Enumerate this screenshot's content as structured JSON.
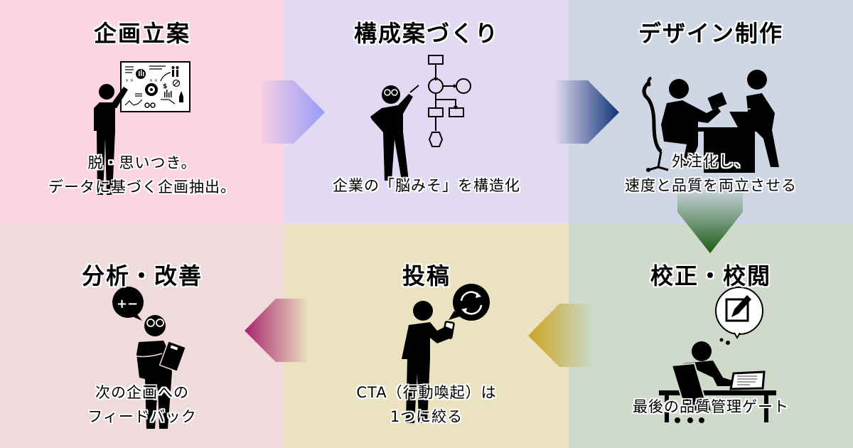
{
  "steps": [
    {
      "id": "planning",
      "title": "企画立案",
      "description": [
        "脱・思いつき。",
        "データに基づく企画抽出。"
      ],
      "icon": "presenter-whiteboard-icon",
      "bg": "#fcd5e5"
    },
    {
      "id": "structure",
      "title": "構成案づくり",
      "description": [
        "企業の「脳みそ」を構造化"
      ],
      "icon": "flowchart-presenter-icon",
      "bg": "#e2d9f3"
    },
    {
      "id": "design",
      "title": "デザイン制作",
      "description": [
        "外注化し、",
        "速度と品質を両立させる"
      ],
      "icon": "meeting-desk-icon",
      "bg": "#cfd6e4"
    },
    {
      "id": "proofreading",
      "title": "校正・校閲",
      "description": [
        "最後の品質管理ゲート"
      ],
      "icon": "desk-editing-icon",
      "bg": "#cfdacb"
    },
    {
      "id": "posting",
      "title": "投稿",
      "description": [
        "CTA（行動喚起）は",
        "1つに絞る"
      ],
      "icon": "smartphone-refresh-icon",
      "bg": "#ebe2c1"
    },
    {
      "id": "analysis",
      "title": "分析・改善",
      "description": [
        "次の企画への",
        "フィードバック"
      ],
      "icon": "thinking-calculator-icon",
      "bg": "#efdbdc"
    }
  ],
  "arrows": [
    {
      "from": "planning",
      "to": "structure",
      "direction": "right",
      "color_start": "#f6cfe3",
      "color_end": "#949cf7"
    },
    {
      "from": "structure",
      "to": "design",
      "direction": "right",
      "color_start": "#dcd6ee",
      "color_end": "#0f3478"
    },
    {
      "from": "design",
      "to": "proofreading",
      "direction": "down",
      "color_start": "#c5d2d8",
      "color_end": "#1d5c14"
    },
    {
      "from": "proofreading",
      "to": "posting",
      "direction": "left",
      "color_start": "#cbd8c6",
      "color_end": "#cca420"
    },
    {
      "from": "posting",
      "to": "analysis",
      "direction": "left",
      "color_start": "#ebe0c0",
      "color_end": "#a8246e"
    }
  ]
}
